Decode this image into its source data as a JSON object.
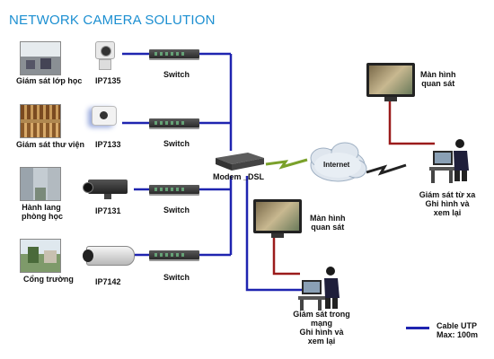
{
  "title": "NETWORK CAMERA SOLUTION",
  "sites": [
    {
      "label": "Giám sát lớp học",
      "camera": "IP7135",
      "switch": "Switch"
    },
    {
      "label": "Giám sát thư viện",
      "camera": "IP7133",
      "switch": "Switch"
    },
    {
      "label_line1": "Hành lang",
      "label_line2": "phòng học",
      "camera": "IP7131",
      "switch": "Switch"
    },
    {
      "label": "Cổng trường",
      "camera": "IP7142",
      "switch": "Switch"
    }
  ],
  "modem_label": "Modem _DSL",
  "internet_label": "Internet",
  "remote_monitor": {
    "line1": "Màn hình",
    "line2": "quan sát"
  },
  "local_monitor": {
    "line1": "Màn hình",
    "line2": "quan sát"
  },
  "remote_station": {
    "line1": "Giám sát từ xa",
    "line2": "Ghi hình và",
    "line3": "xem lại"
  },
  "local_station": {
    "line1": "Giám sát trong",
    "line2": "mạng",
    "line3": "Ghi hình và",
    "line4": "xem lại"
  },
  "legend": {
    "line1": "Cable UTP",
    "line2": "Max: 100m"
  },
  "colors": {
    "cable": "#1f24b0",
    "monitor_link": "#9b1b1b",
    "wireless": "#7aa12a",
    "title": "#1c8fd1"
  }
}
